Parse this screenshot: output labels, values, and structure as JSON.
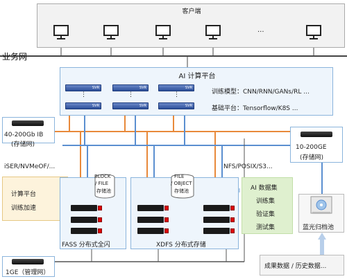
{
  "client_area": {
    "title": "客户端",
    "ellipsis": "..."
  },
  "business_net": {
    "label": "业务网"
  },
  "ai_platform": {
    "title": "AI 计算平台",
    "server_label": "SVR",
    "dots": "⋮",
    "training_models": "训练模型：CNN/RNN/GANs/RL ...",
    "base_platform": "基础平台：Tensorflow/K8S ..."
  },
  "ib_switch": {
    "line1": "40-200Gb IB",
    "line2": "(存储网)"
  },
  "ge_switch": {
    "line1": "10-200GE",
    "line2": "(存储网)"
  },
  "protocols_left": "iSER/NVMeOF/...",
  "protocols_right": "NFS/POSIX/S3...",
  "compute_box": {
    "line1": "计算平台",
    "line2": "训练加速"
  },
  "fass": {
    "pool_line1": "BLOCK",
    "pool_line2": "/ FILE",
    "pool_line3": "存储池",
    "label": "FASS 分布式全闪"
  },
  "xdfs": {
    "pool_line1": "FILE",
    "pool_line2": "/ OBJECT",
    "pool_line3": "存储池",
    "label": "XDFS 分布式存储"
  },
  "ai_data": {
    "items": [
      "AI 数据集",
      "训练集",
      "验证集",
      "测试集"
    ]
  },
  "bluray": {
    "label": "蓝光归档池"
  },
  "mgmt_net": {
    "label": "1GE（管理网）"
  },
  "results": {
    "label": "成果数据 / 历史数据..."
  },
  "colors": {
    "ib_line": "#e8893a",
    "ethernet_line": "#5b8fd0",
    "mgmt_line": "#555555",
    "box_border": "#8ab4dc",
    "box_fill": "#eef5fc",
    "compute_fill": "#fdf3dc",
    "ai_data_fill": "#dff0cf"
  }
}
